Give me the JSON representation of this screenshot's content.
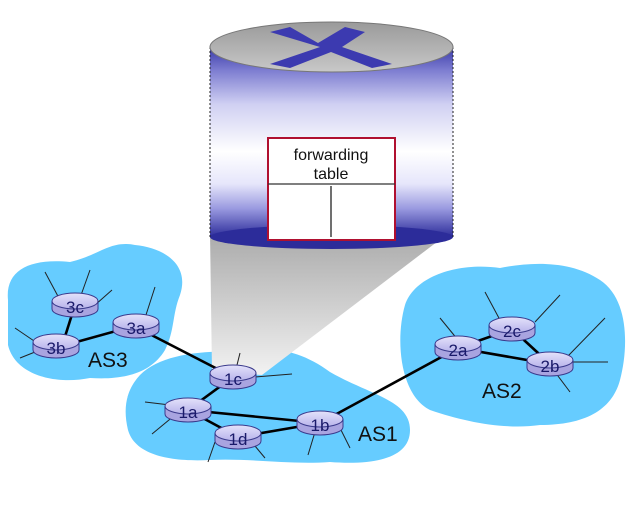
{
  "forwarding_table": {
    "line1": "forwarding",
    "line2": "table"
  },
  "autonomous_systems": [
    {
      "id": "as3",
      "label": "AS3"
    },
    {
      "id": "as1",
      "label": "AS1"
    },
    {
      "id": "as2",
      "label": "AS2"
    }
  ],
  "routers": {
    "r3c": "3c",
    "r3b": "3b",
    "r3a": "3a",
    "r1c": "1c",
    "r1a": "1a",
    "r1d": "1d",
    "r1b": "1b",
    "r2a": "2a",
    "r2c": "2c",
    "r2b": "2b"
  },
  "colors": {
    "as_cloud": "#66ccff",
    "router_fill": "#c8c4f0",
    "router_stroke": "#3a3a8c",
    "link": "#000000",
    "table_border": "#b01030",
    "cylinder_top": "#a9a9a9",
    "cylinder_body": "#3d3aa6"
  },
  "icons": [
    "router-icon",
    "cross-arrows-icon"
  ]
}
